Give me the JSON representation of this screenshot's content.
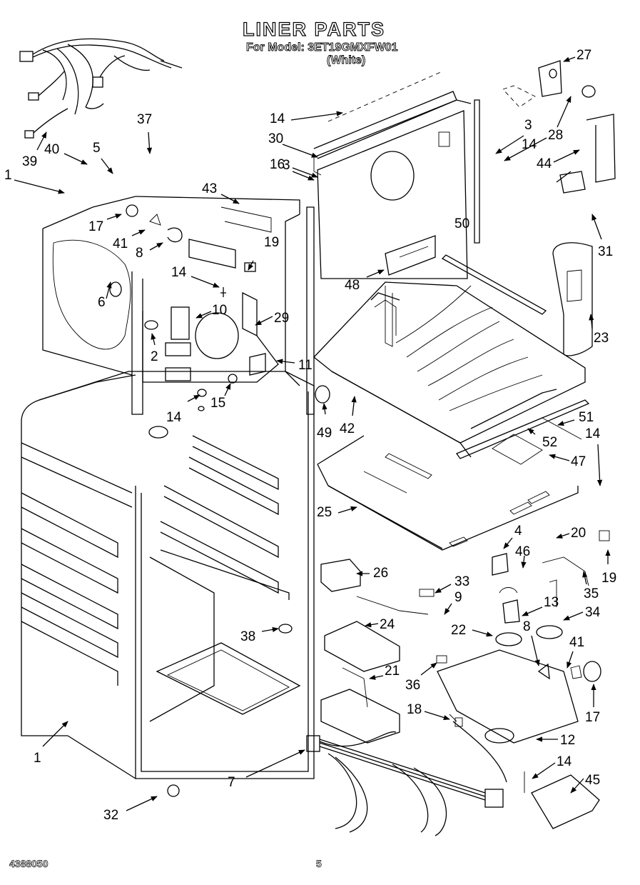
{
  "header": {
    "title": "LINER PARTS",
    "model_line": "For Model: 3ET19GMXFW01",
    "color_line": "(White)"
  },
  "footer": {
    "document_number": "4388050",
    "page_number": "5"
  },
  "callouts": [
    {
      "id": "c27",
      "label": "27"
    },
    {
      "id": "c37",
      "label": "37"
    },
    {
      "id": "c14a",
      "label": "14"
    },
    {
      "id": "c3a",
      "label": "3"
    },
    {
      "id": "c30",
      "label": "30"
    },
    {
      "id": "c14b",
      "label": "14"
    },
    {
      "id": "c28",
      "label": "28"
    },
    {
      "id": "c39",
      "label": "39"
    },
    {
      "id": "c40",
      "label": "40"
    },
    {
      "id": "c5",
      "label": "5"
    },
    {
      "id": "c16",
      "label": "16"
    },
    {
      "id": "c44",
      "label": "44"
    },
    {
      "id": "c1a",
      "label": "1"
    },
    {
      "id": "c3b",
      "label": "3"
    },
    {
      "id": "c43",
      "label": "43"
    },
    {
      "id": "c17a",
      "label": "17"
    },
    {
      "id": "c50",
      "label": "50"
    },
    {
      "id": "c41a",
      "label": "41"
    },
    {
      "id": "c19a",
      "label": "19"
    },
    {
      "id": "c31",
      "label": "31"
    },
    {
      "id": "c8a",
      "label": "8"
    },
    {
      "id": "c14c",
      "label": "14"
    },
    {
      "id": "c48",
      "label": "48"
    },
    {
      "id": "c6",
      "label": "6"
    },
    {
      "id": "c10",
      "label": "10"
    },
    {
      "id": "c29",
      "label": "29"
    },
    {
      "id": "c23",
      "label": "23"
    },
    {
      "id": "c2",
      "label": "2"
    },
    {
      "id": "c11",
      "label": "11"
    },
    {
      "id": "c14d",
      "label": "14"
    },
    {
      "id": "c15",
      "label": "15"
    },
    {
      "id": "c49",
      "label": "49"
    },
    {
      "id": "c42",
      "label": "42"
    },
    {
      "id": "c51",
      "label": "51"
    },
    {
      "id": "c14e",
      "label": "14"
    },
    {
      "id": "c52",
      "label": "52"
    },
    {
      "id": "c47",
      "label": "47"
    },
    {
      "id": "c25",
      "label": "25"
    },
    {
      "id": "c4",
      "label": "4"
    },
    {
      "id": "c20",
      "label": "20"
    },
    {
      "id": "c46",
      "label": "46"
    },
    {
      "id": "c19b",
      "label": "19"
    },
    {
      "id": "c26",
      "label": "26"
    },
    {
      "id": "c33",
      "label": "33"
    },
    {
      "id": "c35",
      "label": "35"
    },
    {
      "id": "c9",
      "label": "9"
    },
    {
      "id": "c13",
      "label": "13"
    },
    {
      "id": "c34",
      "label": "34"
    },
    {
      "id": "c38",
      "label": "38"
    },
    {
      "id": "c24",
      "label": "24"
    },
    {
      "id": "c22",
      "label": "22"
    },
    {
      "id": "c8b",
      "label": "8"
    },
    {
      "id": "c41b",
      "label": "41"
    },
    {
      "id": "c21",
      "label": "21"
    },
    {
      "id": "c36",
      "label": "36"
    },
    {
      "id": "c18",
      "label": "18"
    },
    {
      "id": "c17b",
      "label": "17"
    },
    {
      "id": "c12",
      "label": "12"
    },
    {
      "id": "c1b",
      "label": "1"
    },
    {
      "id": "c7",
      "label": "7"
    },
    {
      "id": "c14f",
      "label": "14"
    },
    {
      "id": "c45",
      "label": "45"
    },
    {
      "id": "c32",
      "label": "32"
    }
  ]
}
